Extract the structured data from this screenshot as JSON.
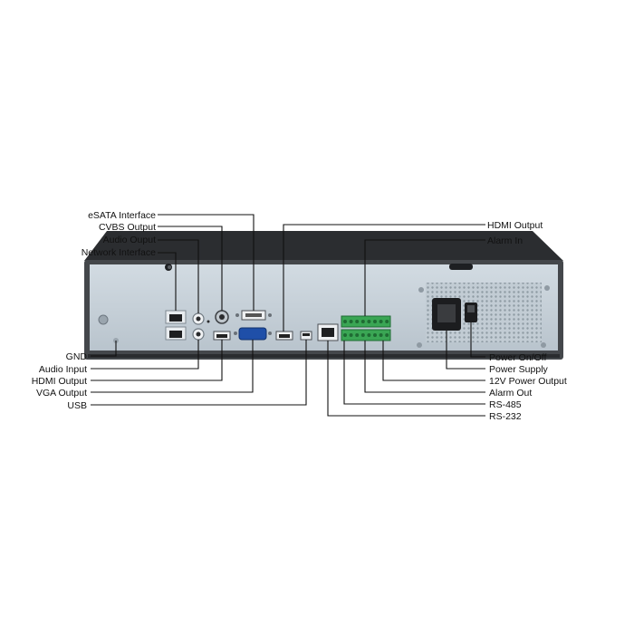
{
  "labels": {
    "esata": "eSATA Interface",
    "cvbs": "CVBS Output",
    "audio_output": "Audio Ouput",
    "network": "Network Interface",
    "hdmi_top": "HDMI Output",
    "alarm_in": "Alarm In",
    "gnd": "GND",
    "audio_input": "Audio Input",
    "hdmi_output": "HDMI Output",
    "vga": "VGA Output",
    "usb": "USB",
    "power_onoff": "Power On/Off",
    "power_supply": "Power Supply",
    "power_12v": "12V Power Output",
    "alarm_out": "Alarm Out",
    "rs485": "RS-485",
    "rs232": "RS-232"
  },
  "colors": {
    "chassis_top": "#2b2d30",
    "chassis_body": "#44474b",
    "panel": "#c9d3db",
    "terminal": "#3aa654",
    "vga_port": "#1f4fa8",
    "leader_line": "#111111"
  }
}
